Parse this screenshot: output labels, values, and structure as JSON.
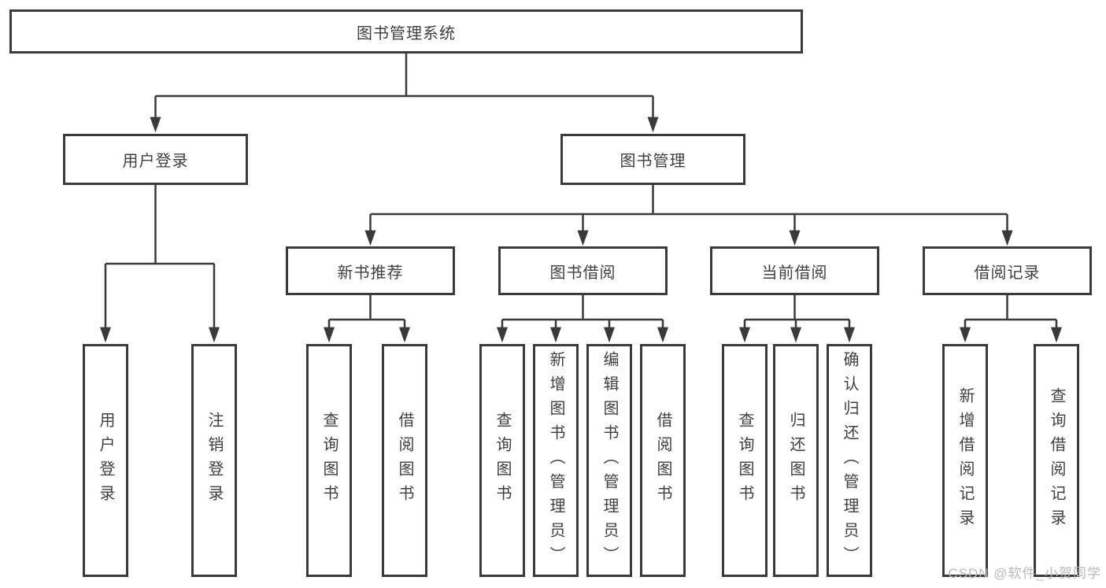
{
  "title": "图书管理系统",
  "tree": {
    "root": {
      "label": "图书管理系统"
    },
    "level2": [
      {
        "label": "用户登录",
        "leaves": [
          "用户登录",
          "注销登录"
        ]
      },
      {
        "label": "图书管理",
        "children": [
          {
            "label": "新书推荐",
            "leaves": [
              "查询图书",
              "借阅图书"
            ]
          },
          {
            "label": "图书借阅",
            "leaves": [
              "查询图书",
              "新增图书（管理员）",
              "编辑图书（管理员）",
              "借阅图书"
            ]
          },
          {
            "label": "当前借阅",
            "leaves": [
              "查询图书",
              "归还图书",
              "确认归还（管理员）"
            ]
          },
          {
            "label": "借阅记录",
            "leaves": [
              "新增借阅记录",
              "查询借阅记录"
            ]
          }
        ]
      }
    ]
  },
  "watermark": "CSDN @软件_小贺同学",
  "colors": {
    "line": "#3a3a3a",
    "text": "#3f3f3f",
    "watermark": "#b9b9b9",
    "background": "#ffffff"
  }
}
